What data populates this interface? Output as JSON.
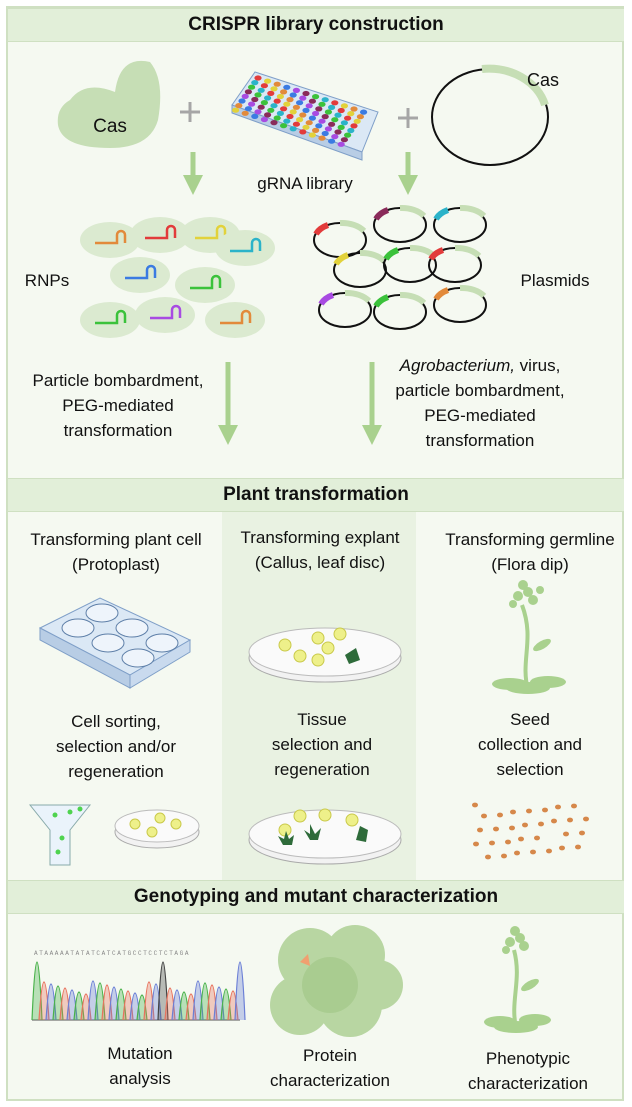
{
  "sections": {
    "library": {
      "title": "CRISPR library construction",
      "cas_protein": "Cas",
      "cas_plasmid": "Cas",
      "gRNA": "gRNA library",
      "rnps": "RNPs",
      "plasmids": "Plasmids",
      "left_method": [
        "Particle bombardment,",
        "PEG-mediated",
        "transformation"
      ],
      "right_method": {
        "italic": "Agrobacterium,",
        "rest": " virus,",
        "lines": [
          "particle bombardment,",
          "PEG-mediated",
          "transformation"
        ]
      }
    },
    "transformation": {
      "title": "Plant transformation",
      "columns": [
        {
          "title": [
            "Transforming plant cell",
            "(Protoplast)"
          ],
          "step": [
            "Cell sorting,",
            "selection and/or",
            "regeneration"
          ]
        },
        {
          "title": [
            "Transforming explant",
            "(Callus, leaf disc)"
          ],
          "step": [
            "Tissue",
            "selection and",
            "regeneration"
          ]
        },
        {
          "title": [
            "Transforming germline",
            "(Flora dip)"
          ],
          "step": [
            "Seed",
            "collection and",
            "selection"
          ]
        }
      ]
    },
    "genotyping": {
      "title": "Genotyping and mutant characterization",
      "sequence": "ATAAAAATATATCATCATGCCTCCTCTAGA",
      "items": [
        [
          "Mutation",
          "analysis"
        ],
        [
          "Protein",
          "characterization"
        ],
        [
          "Phenotypic",
          "characterization"
        ]
      ]
    }
  },
  "colors": {
    "header": "#e2efd9",
    "shape": "#c6deb5",
    "arrow": "#a9d18e"
  }
}
